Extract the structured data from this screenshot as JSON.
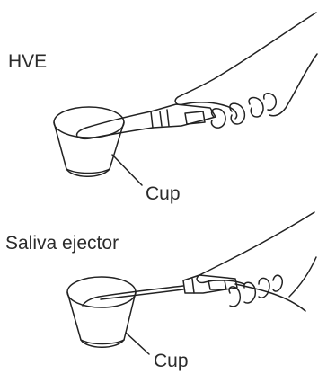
{
  "figure": {
    "top": {
      "section_label": "HVE",
      "cup_label": "Cup"
    },
    "bottom": {
      "section_label": "Saliva ejector",
      "cup_label": "Cup"
    }
  }
}
